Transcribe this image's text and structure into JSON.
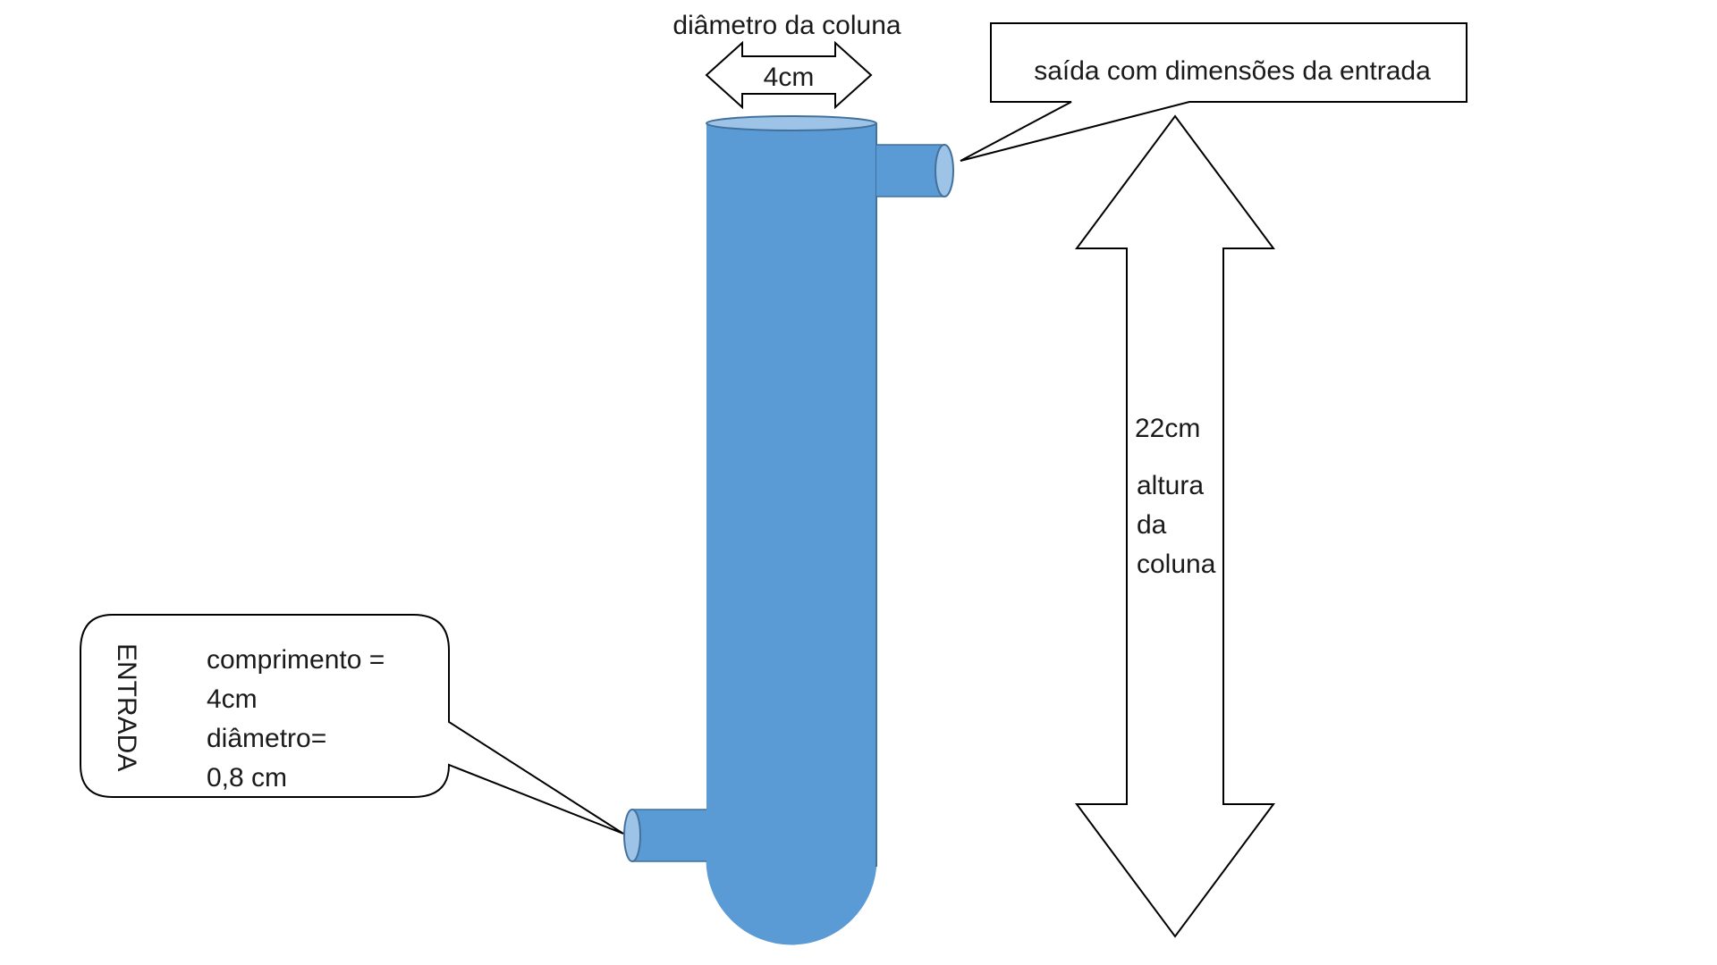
{
  "diagram": {
    "column_diameter_title": "diâmetro da coluna",
    "column_diameter_value": "4cm",
    "outlet_callout": "saída com dimensões da entrada",
    "column_height_value": "22cm",
    "column_height_label": [
      "altura",
      "da",
      "coluna"
    ],
    "inlet_title": "ENTRADA",
    "inlet_lines": [
      "comprimento =",
      "4cm",
      "diâmetro=",
      "0,8 cm"
    ]
  },
  "colors": {
    "column_fill": "#5b9bd5",
    "column_stroke": "#41719c",
    "pipe_end_fill": "#9dc3e6",
    "outline": "#000000",
    "background": "#ffffff"
  }
}
